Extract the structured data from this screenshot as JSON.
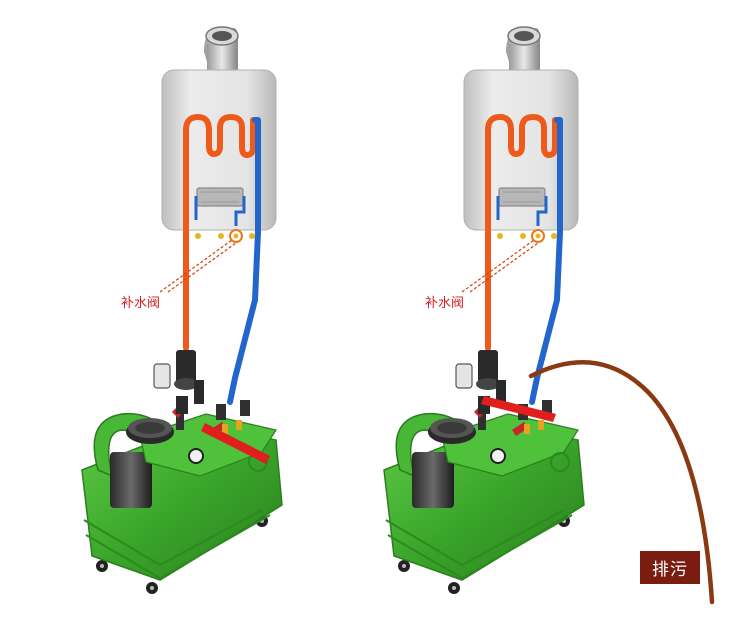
{
  "panels": [
    {
      "id": "left",
      "valve_label": "补水阀"
    },
    {
      "id": "right",
      "valve_label": "补水阀"
    }
  ],
  "drain_label": "排污",
  "colors": {
    "hot_pipe": "#ee5a1c",
    "cold_pipe": "#2266cc",
    "machine_body": "#3fae2f",
    "heater_body": "#dcdcdc",
    "pointer_arrow": "#e01e1e",
    "valve_label": "#d42020",
    "drain_hose": "#8a3a12",
    "drain_badge": "#7a1c10"
  }
}
